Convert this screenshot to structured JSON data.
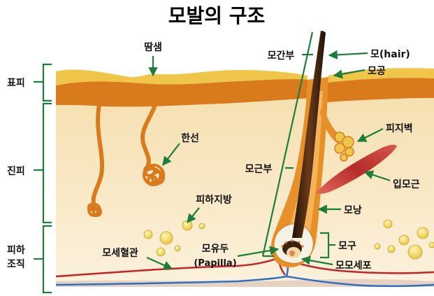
{
  "title": "모발의 구조",
  "layers": {
    "epidermis": "표피",
    "dermis": "진피",
    "subcutis_line1": "피하",
    "subcutis_line2": "조직"
  },
  "labels": {
    "sweat_pore": "땀샘",
    "sweat_gland": "한선",
    "subcutaneous_fat": "피하지방",
    "blood_vessel": "모세혈관",
    "papilla": "모유두",
    "papilla_en": "(Papilla)",
    "hair_shaft_part": "모간부",
    "hair_root_part": "모근부",
    "hair": "모(hair)",
    "hair_pore": "모공",
    "sebaceous_gland": "피지벽",
    "arrector_pili": "입모근",
    "hair_follicle": "모낭",
    "hair_bulb": "모구",
    "matrix_cells": "모모세포"
  },
  "colors": {
    "skin_top": "#f0c64a",
    "epidermis": "#d97a1c",
    "dermis": "#f7e3b4",
    "follicle": "#e6902a",
    "hair": "#3b2110",
    "muscle": "#c8433a",
    "vessel_red": "#c8212a",
    "vessel_blue": "#2c6fc4",
    "bracket_green": "#1e7d3a"
  }
}
